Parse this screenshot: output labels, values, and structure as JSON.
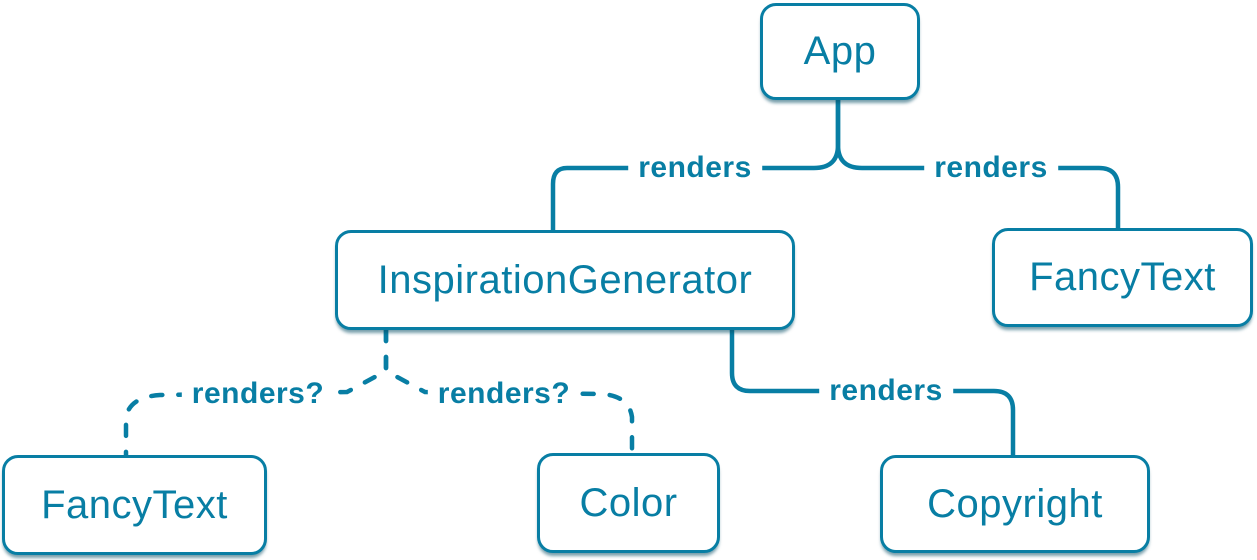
{
  "diagram": {
    "colors": {
      "accent": "#087ea4",
      "node_fill": "#ffffff",
      "node_shadow": "#084e66",
      "background": "#ffffff"
    },
    "nodes": {
      "app": {
        "label": "App"
      },
      "inspiration_generator": {
        "label": "InspirationGenerator"
      },
      "fancy_text_top": {
        "label": "FancyText"
      },
      "fancy_text_bottom": {
        "label": "FancyText"
      },
      "color": {
        "label": "Color"
      },
      "copyright": {
        "label": "Copyright"
      }
    },
    "edges": {
      "app_to_inspiration_generator": {
        "label": "renders",
        "style": "solid"
      },
      "app_to_fancy_text": {
        "label": "renders",
        "style": "solid"
      },
      "inspiration_generator_to_fancy_text": {
        "label": "renders?",
        "style": "dashed"
      },
      "inspiration_generator_to_color": {
        "label": "renders?",
        "style": "dashed"
      },
      "inspiration_generator_to_copyright": {
        "label": "renders",
        "style": "solid"
      }
    }
  }
}
